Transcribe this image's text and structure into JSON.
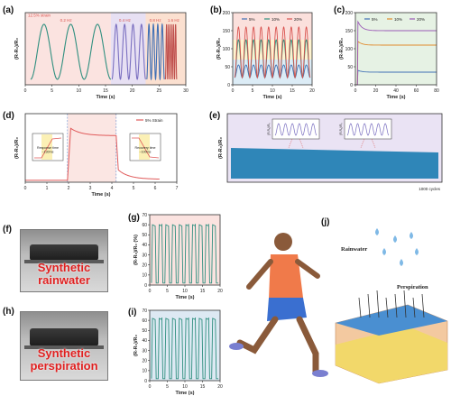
{
  "panel_labels": {
    "a": "(a)",
    "b": "(b)",
    "c": "(c)",
    "d": "(d)",
    "e": "(e)",
    "f": "(f)",
    "g": "(g)",
    "h": "(h)",
    "i": "(i)",
    "j": "(j)"
  },
  "photos": {
    "f": {
      "caption_line1": "Synthetic",
      "caption_line2": "rainwater"
    },
    "h": {
      "caption_line1": "Synthetic",
      "caption_line2": "perspiration"
    }
  },
  "illustration_j": {
    "label_rain": "Rainwater",
    "label_sweat": "Perspiration"
  },
  "chart_data": [
    {
      "id": "a",
      "type": "line",
      "xlabel": "Time (s)",
      "ylabel": "(R-R₀)/R₀",
      "xlim": [
        0,
        30
      ],
      "xticks": [
        0,
        5,
        10,
        15,
        20,
        25,
        30
      ],
      "ylim": [
        0,
        1.05
      ],
      "bands": [
        {
          "from": 0,
          "to": 16,
          "color": "#fbe3e0"
        },
        {
          "from": 16,
          "to": 22.5,
          "color": "#e7e0f3"
        },
        {
          "from": 22.5,
          "to": 30,
          "color": "#fbe0d0"
        }
      ],
      "annotations": [
        {
          "text": "12.5% strain",
          "x": 0.5,
          "y": 0.99,
          "color": "#d9534f"
        },
        {
          "text": "0.2 Hz",
          "x": 6.5,
          "y": 0.92,
          "color": "#d9534f"
        },
        {
          "text": "0.4 Hz",
          "x": 17.5,
          "y": 0.92,
          "color": "#d9534f"
        },
        {
          "text": "0.8 Hz",
          "x": 23.2,
          "y": 0.92,
          "color": "#d9534f"
        },
        {
          "text": "1.6 Hz",
          "x": 26.6,
          "y": 0.92,
          "color": "#d9534f"
        }
      ],
      "segments": [
        {
          "x0": 1,
          "x1": 16,
          "cycles": 3,
          "color": "#2f8f7f"
        },
        {
          "x0": 16.2,
          "x1": 22.5,
          "cycles": 4,
          "color": "#7a6fc0"
        },
        {
          "x0": 22.7,
          "x1": 26,
          "cycles": 4,
          "color": "#3f6fb5"
        },
        {
          "x0": 26.2,
          "x1": 28.3,
          "cycles": 5,
          "color": "#c0504d"
        }
      ],
      "amplitude": 0.8
    },
    {
      "id": "b",
      "type": "line",
      "xlabel": "Time (s)",
      "ylabel": "(R-R₀)/R₀",
      "xlim": [
        0,
        20
      ],
      "xticks": [
        0,
        5,
        10,
        15,
        20
      ],
      "ylim": [
        0,
        200
      ],
      "yticks": [
        0,
        50,
        100,
        150,
        200
      ],
      "bands": [
        {
          "y0": 0,
          "y1": 70,
          "color": "#dcecf6"
        },
        {
          "y0": 70,
          "y1": 125,
          "color": "#fdf3cf"
        },
        {
          "y0": 125,
          "y1": 200,
          "color": "#fbe0dc"
        }
      ],
      "series": [
        {
          "name": "5%",
          "peak": 55,
          "color": "#3f6fb5"
        },
        {
          "name": "10%",
          "peak": 125,
          "color": "#2f8f7f"
        },
        {
          "name": "20%",
          "peak": 160,
          "color": "#d9534f"
        }
      ],
      "cycles": 10,
      "legend": "top"
    },
    {
      "id": "c",
      "type": "line",
      "xlabel": "Time (s)",
      "ylabel": "(R-R₀)/R₀",
      "xlim": [
        0,
        80
      ],
      "xticks": [
        0,
        20,
        40,
        60,
        80
      ],
      "ylim": [
        0,
        200
      ],
      "yticks": [
        0,
        50,
        100,
        150,
        200
      ],
      "series": [
        {
          "name": "5%",
          "level": 35,
          "peak": 40,
          "color": "#3f6fb5"
        },
        {
          "name": "10%",
          "level": 110,
          "peak": 120,
          "color": "#e08a2c"
        },
        {
          "name": "20%",
          "level": 150,
          "peak": 175,
          "color": "#9b59b6"
        }
      ],
      "legend": "top"
    },
    {
      "id": "d",
      "type": "line",
      "xlabel": "Time (s)",
      "ylabel": "(R-R₀)/R₀",
      "xlim": [
        0,
        7
      ],
      "xticks": [
        0,
        1,
        2,
        3,
        4,
        5,
        6,
        7
      ],
      "ylim": [
        0,
        140
      ],
      "series": [
        {
          "name": "5% Strain",
          "color": "#e05a5a"
        }
      ],
      "legend": "top-right",
      "inset_left": {
        "label": "Response time",
        "value": "~130ms"
      },
      "inset_right": {
        "label": "Recovery time",
        "value": "~100ms"
      }
    },
    {
      "id": "e",
      "type": "area",
      "xlabel": "1000 cycles",
      "ylabel": "(R-R₀)/R₀",
      "fill": "#2f86b8",
      "inset_ylabel": "(R-R₀)/R₀"
    },
    {
      "id": "g",
      "type": "line",
      "xlabel": "Time (s)",
      "ylabel": "(R-R₀)/R₀ (%)",
      "xlim": [
        0,
        20
      ],
      "xticks": [
        0,
        5,
        10,
        15,
        20
      ],
      "ylim": [
        0,
        70
      ],
      "yticks": [
        0,
        10,
        20,
        30,
        40,
        50,
        60,
        70
      ],
      "peak": 60,
      "cycles": 10,
      "color": "#2f8f7f",
      "bg": "#fbe3e0"
    },
    {
      "id": "i",
      "type": "line",
      "xlabel": "Time (s)",
      "ylabel": "(R-R₀)/R₀",
      "xlim": [
        0,
        20
      ],
      "xticks": [
        0,
        5,
        10,
        15,
        20
      ],
      "ylim": [
        0,
        70
      ],
      "yticks": [
        0,
        10,
        20,
        30,
        40,
        50,
        60,
        70
      ],
      "peak": 62,
      "cycles": 10,
      "color": "#2f8f7f",
      "bg": "#dde9f3"
    }
  ]
}
